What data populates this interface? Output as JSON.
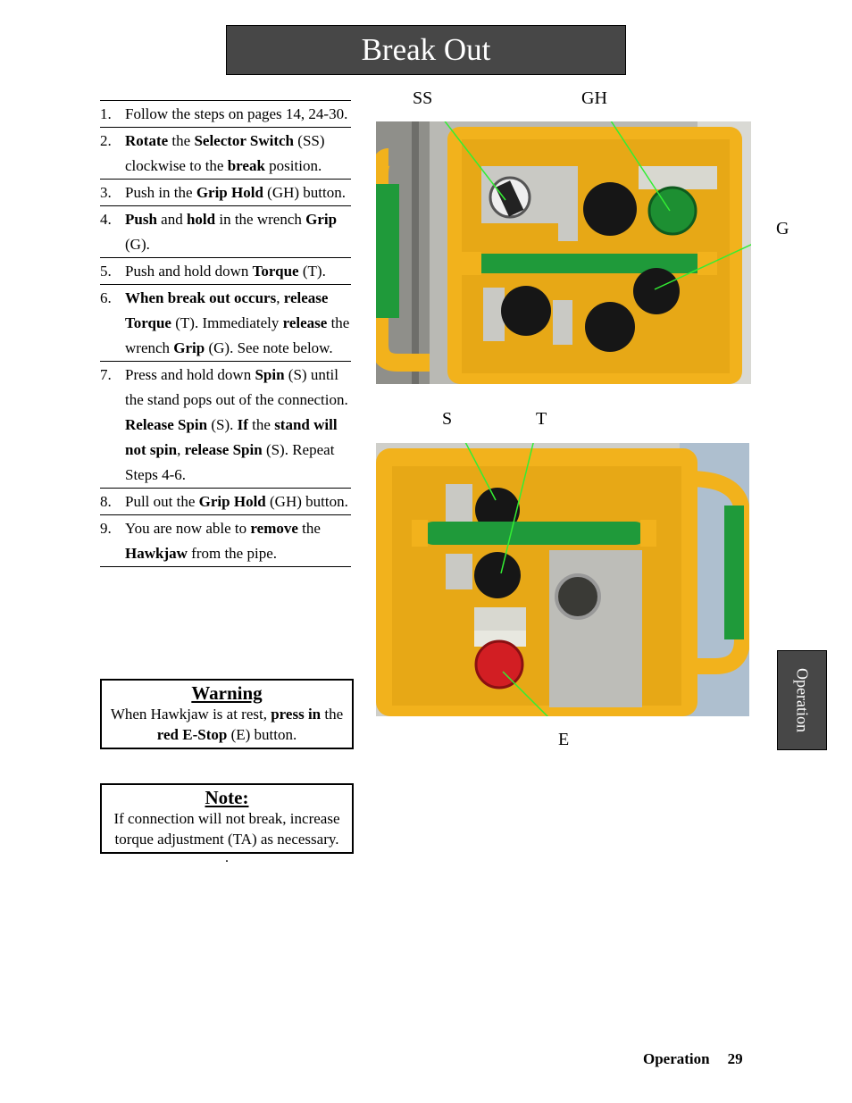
{
  "title": "Break Out",
  "steps": [
    {
      "num": "1.",
      "html": "Follow the steps on pages 14, 24-30."
    },
    {
      "num": "2.",
      "html": "<b>Rotate</b> the <b>Selector Switch</b> (SS) clockwise to the <b>break</b> position."
    },
    {
      "num": "3.",
      "html": "Push in the <b>Grip Hold</b> (GH) button."
    },
    {
      "num": "4.",
      "html": "<b>Push</b> and <b>hold</b> in the wrench <b>Grip</b> (G)."
    },
    {
      "num": "5.",
      "html": "Push and hold down <b>Torque</b> (T)."
    },
    {
      "num": "6.",
      "html": "<b>When break out occurs</b>, <b>release Torque</b> (T).  Immediately <b>release</b> the wrench <b>Grip</b> (G).  See note below."
    },
    {
      "num": "7.",
      "html": "Press and hold down <b>Spin</b> (S) until the stand pops out of the connection.  <b>Release Spin</b> (S).  <b>If</b> the <b>stand will not spin</b>, <b>release Spin</b> (S).  Repeat Steps 4-6."
    },
    {
      "num": "8.",
      "html": "Pull out the <b>Grip Hold</b> (GH) button."
    },
    {
      "num": "9.",
      "html": "You are now able to <b>remove</b> the <b>Hawkjaw</b> from the pipe."
    }
  ],
  "warning": {
    "heading": "Warning",
    "line1": "When Hawkjaw is at rest, <b>press in</b> the",
    "line2": "<b>red E-Stop</b> (E) button."
  },
  "note": {
    "heading": "Note:",
    "line1": "If connection will not break, increase",
    "line2": "torque adjustment (TA) as necessary."
  },
  "dot": ".",
  "photo1": {
    "labels": {
      "ss": "SS",
      "gh": "GH",
      "g": "G"
    }
  },
  "photo2": {
    "labels": {
      "s": "S",
      "t": "T",
      "e": "E"
    }
  },
  "side_tab": "Operation",
  "footer": {
    "section": "Operation",
    "page": "29"
  },
  "colors": {
    "panel": "#f2b21c",
    "green": "#1f9a3a",
    "title_bg": "#474747",
    "callout": "#33ee33"
  }
}
